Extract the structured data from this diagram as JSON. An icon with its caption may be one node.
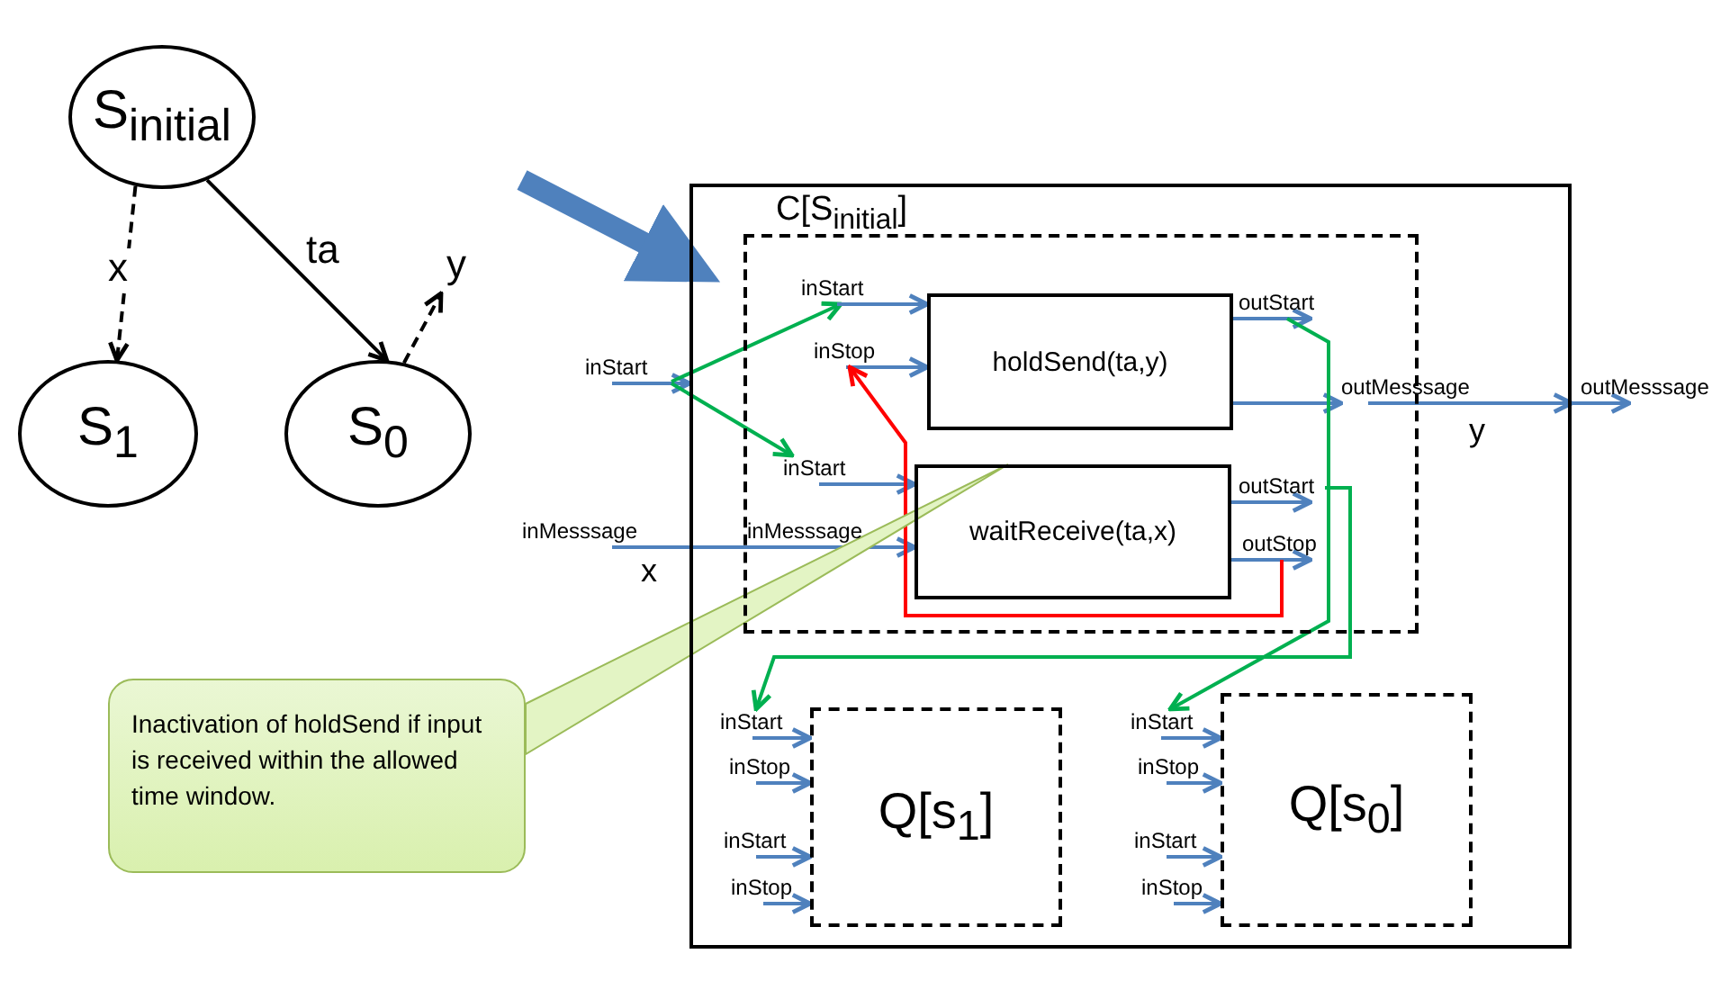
{
  "diagram": {
    "nodes": [
      {
        "text": [
          "S$_{initial}$"
        ]
      },
      {
        "text": [
          "S$_{1}$"
        ]
      },
      {
        "text": [
          "S$_{0}$"
        ]
      },
      {
        "text": [],
        "shape": "box"
      },
      {
        "text": [
          "C[S$_{initial}$]"
        ],
        "in": 3
      },
      {
        "text": [
          "holdSend(ta,y)"
        ],
        "in": 4
      },
      {
        "text": [
          "waitReceive(ta,x)"
        ],
        "in": 4
      },
      {
        "text": [
          "Q[s$_{1}$]"
        ],
        "in": 3
      },
      {
        "text": [
          "Q[s$_{0}$]"
        ],
        "in": 3
      },
      {
        "text": [
          "Inactivation of holdSend if input is received within the allowed time window."
        ]
      },
      {
        "text": [
          "inStart"
        ]
      },
      {
        "text": [
          "inStart"
        ],
        "in": 4
      },
      {
        "text": [
          "inStop"
        ],
        "in": 4
      },
      {
        "text": [
          "inStart"
        ],
        "in": 4
      },
      {
        "text": [
          "inMesssage"
        ]
      },
      {
        "text": [
          "outStart"
        ],
        "in": 4
      },
      {
        "text": [
          "outMesssage"
        ],
        "in": 3
      },
      {
        "text": [
          "outMesssage"
        ]
      },
      {
        "text": [
          "outStart"
        ],
        "in": 4
      },
      {
        "text": [
          "outStop"
        ],
        "in": 4
      },
      {
        "text": [
          "inStart"
        ],
        "in": 3
      },
      {
        "text": [
          "inStop"
        ],
        "in": 3
      },
      {
        "text": [
          "inStart"
        ],
        "in": 3
      },
      {
        "text": [
          "inStop"
        ],
        "in": 3
      },
      {
        "text": [
          "inStart"
        ],
        "in": 3
      },
      {
        "text": [
          "inStop"
        ],
        "in": 3
      },
      {
        "text": [
          "inStart"
        ],
        "in": 3
      },
      {
        "text": [
          "inStop"
        ],
        "in": 3
      }
    ],
    "edges": [
      {
        "from": 0,
        "to": 1,
        "arrow": "to",
        "label": "x",
        "style": "dashed",
        "color": "#000000"
      },
      {
        "from": 0,
        "to": 2,
        "arrow": "to",
        "label": "ta",
        "color": "#000000"
      },
      {
        "from": 2,
        "to": null,
        "arrow": "to",
        "label": "y",
        "style": "dashed",
        "color": "#000000"
      },
      {
        "from": null,
        "to": 3,
        "arrow": "to",
        "style": "thick"
      },
      {
        "from": 10,
        "to": 3,
        "arrow": "to"
      },
      {
        "from": 10,
        "to": 11,
        "arrow": "to",
        "color": "#00b050"
      },
      {
        "from": 10,
        "to": 13,
        "arrow": "to",
        "color": "#00b050"
      },
      {
        "from": 11,
        "to": 5,
        "arrow": "to"
      },
      {
        "from": 12,
        "to": 5,
        "arrow": "to"
      },
      {
        "from": 13,
        "to": 6,
        "arrow": "to"
      },
      {
        "from": 14,
        "to": 6,
        "arrow": "to",
        "label": "x"
      },
      {
        "from": 5,
        "to": 15,
        "arrow": "to"
      },
      {
        "from": 5,
        "to": 16,
        "arrow": "to"
      },
      {
        "from": 16,
        "to": 3,
        "arrow": "to",
        "label": "y"
      },
      {
        "from": 3,
        "to": 17,
        "arrow": "to"
      },
      {
        "from": 6,
        "to": 18,
        "arrow": "to"
      },
      {
        "from": 6,
        "to": 19,
        "arrow": "to"
      },
      {
        "from": 15,
        "to": 24,
        "arrow": "to",
        "color": "#00b050"
      },
      {
        "from": 18,
        "to": 20,
        "arrow": "to",
        "color": "#00b050"
      },
      {
        "from": 19,
        "to": 12,
        "arrow": "to",
        "color": "#ff0000"
      },
      {
        "from": 9,
        "to": 6,
        "arrow": "none",
        "color": "#e3f4c4"
      },
      {
        "from": 20,
        "to": 7,
        "arrow": "to"
      },
      {
        "from": 21,
        "to": 7,
        "arrow": "to"
      },
      {
        "from": 22,
        "to": 7,
        "arrow": "to"
      },
      {
        "from": 23,
        "to": 7,
        "arrow": "to"
      },
      {
        "from": 24,
        "to": 8,
        "arrow": "to"
      },
      {
        "from": 25,
        "to": 8,
        "arrow": "to"
      },
      {
        "from": 26,
        "to": 8,
        "arrow": "to"
      },
      {
        "from": 27,
        "to": 8,
        "arrow": "to"
      }
    ],
    "labels": [
      "inMesssage"
    ]
  }
}
